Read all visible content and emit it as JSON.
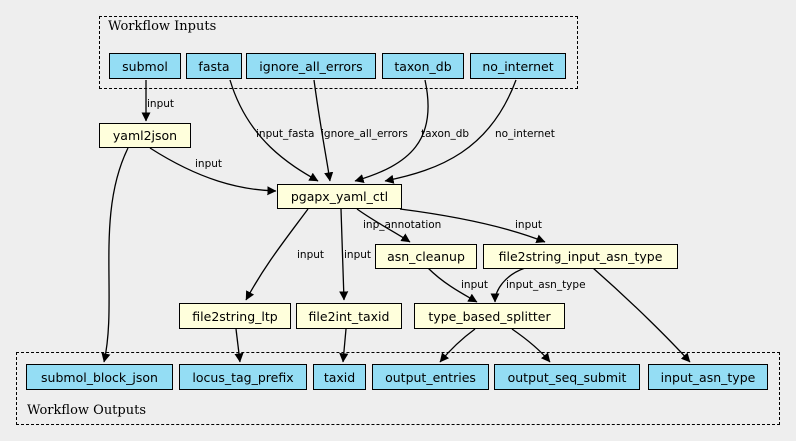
{
  "colors": {
    "io_fill": "#94ddf4",
    "step_fill": "#ffffdc",
    "background": "#eeeeee",
    "line": "#000000"
  },
  "clusters": {
    "inputs_label": "Workflow Inputs",
    "outputs_label": "Workflow Outputs"
  },
  "nodes": {
    "submol": "submol",
    "fasta": "fasta",
    "ignore_all_errors": "ignore_all_errors",
    "taxon_db": "taxon_db",
    "no_internet": "no_internet",
    "yaml2json": "yaml2json",
    "pgapx_yaml_ctl": "pgapx_yaml_ctl",
    "asn_cleanup": "asn_cleanup",
    "file2string_input_asn_type": "file2string_input_asn_type",
    "file2string_ltp": "file2string_ltp",
    "file2int_taxid": "file2int_taxid",
    "type_based_splitter": "type_based_splitter",
    "submol_block_json": "submol_block_json",
    "locus_tag_prefix": "locus_tag_prefix",
    "taxid": "taxid",
    "output_entries": "output_entries",
    "output_seq_submit": "output_seq_submit",
    "input_asn_type": "input_asn_type"
  },
  "edge_labels": {
    "submol_yaml2json": "input",
    "fasta_pgapx": "input_fasta",
    "ignore_pgapx": "ignore_all_errors",
    "taxon_pgapx": "taxon_db",
    "nointernet_pgapx": "no_internet",
    "yaml2json_pgapx": "input",
    "pgapx_asn_cleanup": "inp_annotation",
    "pgapx_file2string_input": "input",
    "pgapx_file2string_ltp": "input",
    "pgapx_file2int_taxid": "input",
    "asn_cleanup_splitter": "input",
    "file2string_input_splitter": "input_asn_type"
  },
  "edges": [
    {
      "from": "submol",
      "to": "yaml2json",
      "label": "submol_yaml2json"
    },
    {
      "from": "fasta",
      "to": "pgapx_yaml_ctl",
      "label": "fasta_pgapx"
    },
    {
      "from": "ignore_all_errors",
      "to": "pgapx_yaml_ctl",
      "label": "ignore_pgapx"
    },
    {
      "from": "taxon_db",
      "to": "pgapx_yaml_ctl",
      "label": "taxon_pgapx"
    },
    {
      "from": "no_internet",
      "to": "pgapx_yaml_ctl",
      "label": "nointernet_pgapx"
    },
    {
      "from": "yaml2json",
      "to": "pgapx_yaml_ctl",
      "label": "yaml2json_pgapx"
    },
    {
      "from": "yaml2json",
      "to": "submol_block_json"
    },
    {
      "from": "pgapx_yaml_ctl",
      "to": "asn_cleanup",
      "label": "pgapx_asn_cleanup"
    },
    {
      "from": "pgapx_yaml_ctl",
      "to": "file2string_input_asn_type",
      "label": "pgapx_file2string_input"
    },
    {
      "from": "pgapx_yaml_ctl",
      "to": "file2string_ltp",
      "label": "pgapx_file2string_ltp"
    },
    {
      "from": "pgapx_yaml_ctl",
      "to": "file2int_taxid",
      "label": "pgapx_file2int_taxid"
    },
    {
      "from": "asn_cleanup",
      "to": "type_based_splitter",
      "label": "asn_cleanup_splitter"
    },
    {
      "from": "file2string_input_asn_type",
      "to": "type_based_splitter",
      "label": "file2string_input_splitter"
    },
    {
      "from": "file2string_input_asn_type",
      "to": "input_asn_type"
    },
    {
      "from": "file2string_ltp",
      "to": "locus_tag_prefix"
    },
    {
      "from": "file2int_taxid",
      "to": "taxid"
    },
    {
      "from": "type_based_splitter",
      "to": "output_entries"
    },
    {
      "from": "type_based_splitter",
      "to": "output_seq_submit"
    }
  ]
}
